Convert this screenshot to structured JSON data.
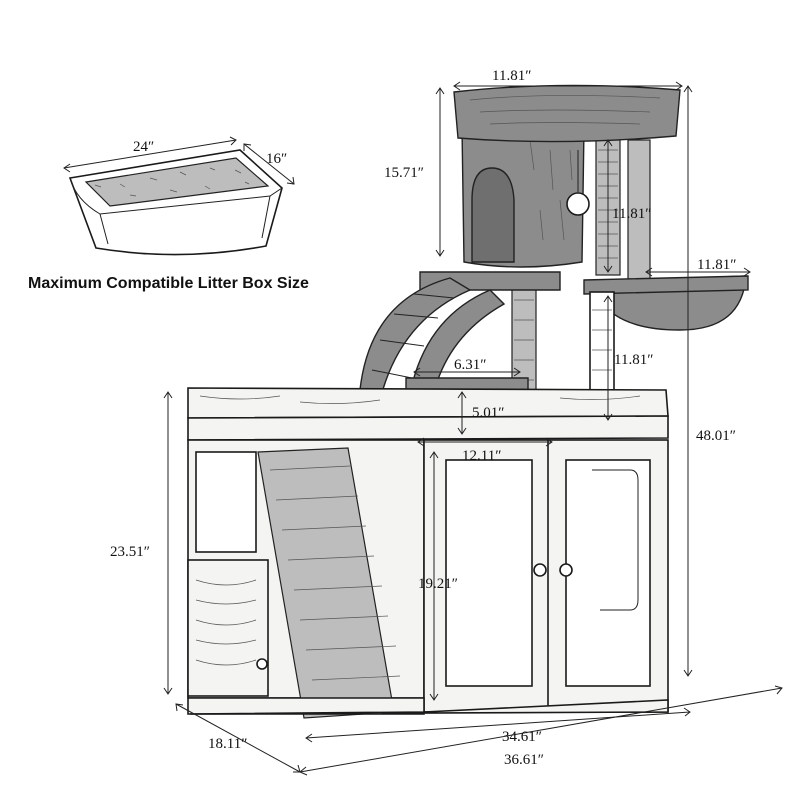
{
  "caption": "Maximum Compatible Litter Box Size",
  "dimensions": {
    "litter_length": "24″",
    "litter_width": "16″",
    "top_perch_width": "11.81″",
    "condo_height": "15.71″",
    "post_height_upper": "11.81″",
    "hammock_width": "11.81″",
    "post_height_lower": "11.81″",
    "step_width": "6.31″",
    "step_post_height": "5.01″",
    "top_platform_width": "12.11″",
    "total_height": "48.01″",
    "cabinet_height": "23.51″",
    "door_height": "19.21″",
    "cabinet_depth": "18.11″",
    "inner_width": "34.61″",
    "total_width": "36.61″"
  },
  "colors": {
    "line": "#1a1a1a",
    "plush": "#8c8c8c",
    "wood": "#f4f4f2"
  }
}
